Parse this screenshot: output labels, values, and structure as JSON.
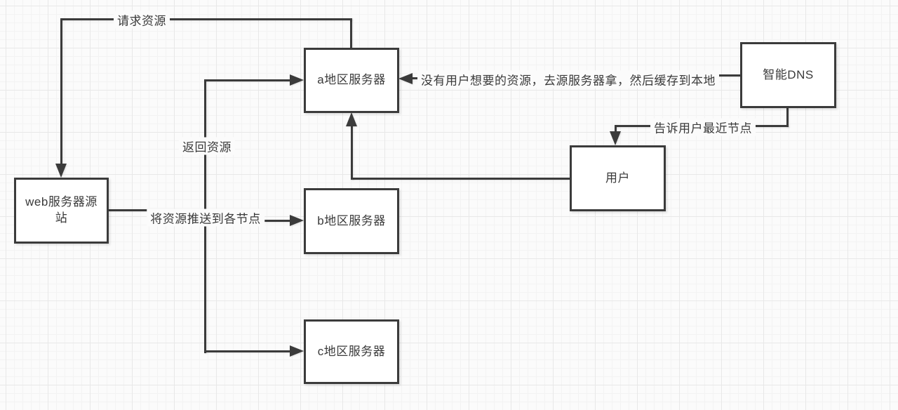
{
  "diagram": {
    "type": "flowchart",
    "topic": "CDN resource distribution"
  },
  "nodes": [
    {
      "id": "web-origin-server",
      "label": "web服务器源\n站"
    },
    {
      "id": "region-a-server",
      "label": "a地区服务器"
    },
    {
      "id": "region-b-server",
      "label": "b地区服务器"
    },
    {
      "id": "region-c-server",
      "label": "c地区服务器"
    },
    {
      "id": "smart-dns",
      "label": "智能DNS"
    },
    {
      "id": "user",
      "label": "用户"
    }
  ],
  "edge_labels": {
    "request_resource": "请求资源",
    "return_resource": "返回资源",
    "push_to_nodes": "将资源推送到各节点",
    "cache_note": "没有用户想要的资源，去源服务器拿，然后缓存到本地",
    "tell_nearest_node": "告诉用户最近节点"
  },
  "colors": {
    "stroke": "#3b3b3b",
    "node_fill": "#ffffff",
    "text": "#3a3a3a",
    "canvas_bg": "#fbfbfb",
    "grid_minor": "#f3f3f3",
    "grid_major": "#e8e8e8"
  }
}
